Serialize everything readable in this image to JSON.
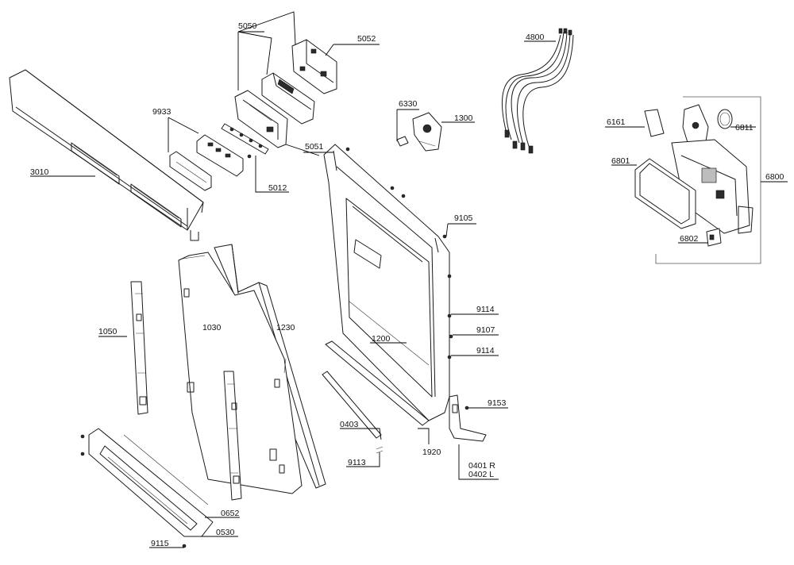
{
  "diagram": {
    "labels": {
      "p5050": "5050",
      "p5052": "5052",
      "p9933": "9933",
      "p5051": "5051",
      "p5012": "5012",
      "p3010": "3010",
      "p6330": "6330",
      "p1300": "1300",
      "p4800": "4800",
      "p6161": "6161",
      "p6811": "6811",
      "p6801": "6801",
      "p6800": "6800",
      "p6802": "6802",
      "p9105": "9105",
      "p1050": "1050",
      "p1030": "1030",
      "p1230": "1230",
      "p1200": "1200",
      "p9114a": "9114",
      "p9107": "9107",
      "p9114b": "9114",
      "p9153": "9153",
      "p0403": "0403",
      "p1920": "1920",
      "p9113": "9113",
      "p0401": "0401 R",
      "p0402": "0402 L",
      "p0652": "0652",
      "p0530": "0530",
      "p9115": "9115"
    }
  }
}
